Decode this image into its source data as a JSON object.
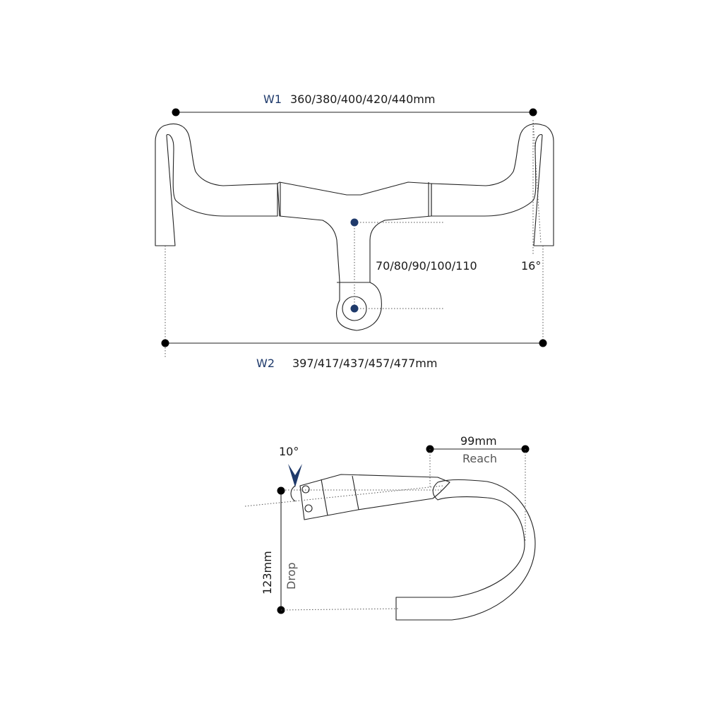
{
  "top_view": {
    "w1": {
      "label": "W1",
      "value": "360/380/400/420/440mm"
    },
    "w2": {
      "label": "W2",
      "value": "397/417/437/457/477mm"
    },
    "stem_length": {
      "value": "70/80/90/100/110"
    },
    "flare_angle": {
      "value": "16°"
    }
  },
  "side_view": {
    "stem_angle": {
      "value": "10°"
    },
    "reach": {
      "value": "99mm",
      "label": "Reach"
    },
    "drop": {
      "value": "123mm",
      "label": "Drop"
    }
  },
  "colors": {
    "accent": "#1f3a6b",
    "line": "#222222"
  }
}
